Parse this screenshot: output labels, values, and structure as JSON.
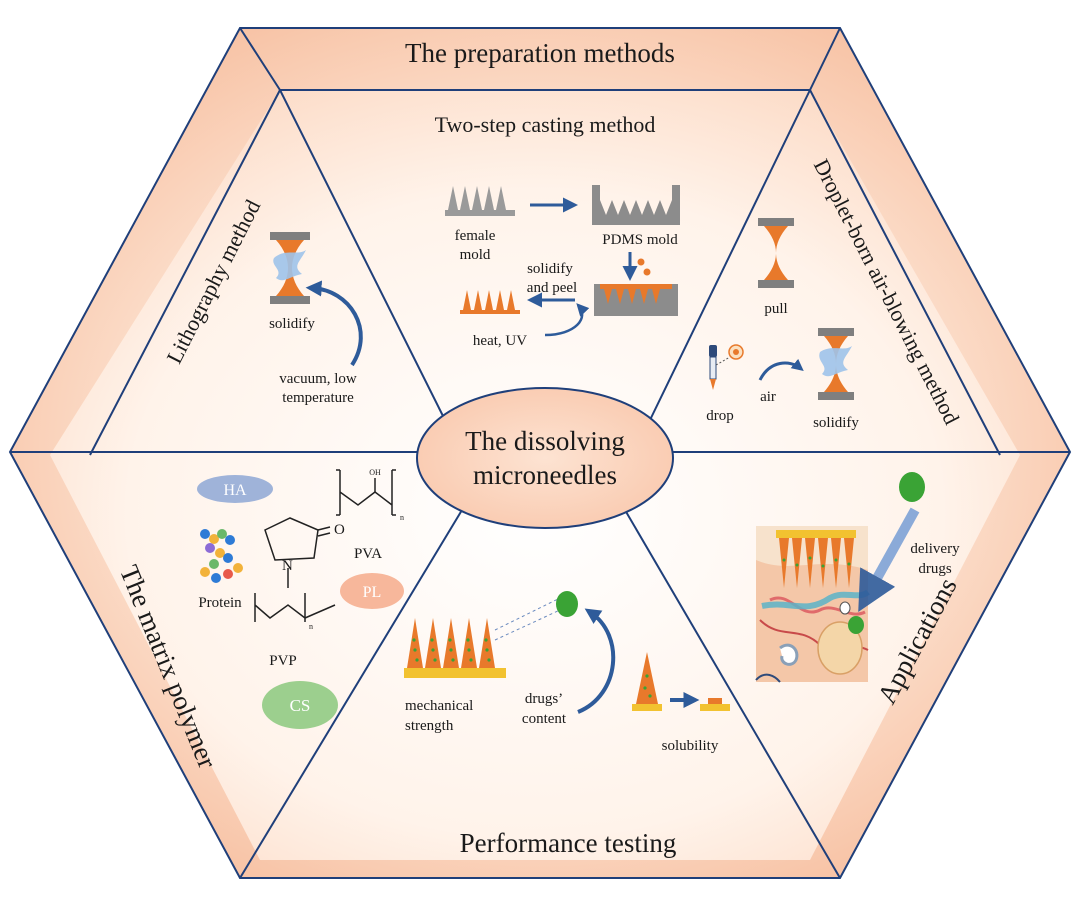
{
  "outer": {
    "top": "The preparation methods",
    "left": "The matrix polymer",
    "right": "Applications",
    "bottom": "Performance testing"
  },
  "inner": {
    "top": "Two-step  casting  method",
    "left": "Lithography  method",
    "right": "Droplet-born  air-blowing  method"
  },
  "center": {
    "line1": "The dissolving",
    "line2": "microneedles"
  },
  "casting": {
    "female_mold_1": "female",
    "female_mold_2": "mold",
    "pdms_mold": "PDMS mold",
    "solidify_peel_1": "solidify",
    "solidify_peel_2": "and peel",
    "heat_uv": "heat, UV"
  },
  "lithography": {
    "solidify": "solidify",
    "vacuum_1": "vacuum, low",
    "vacuum_2": "temperature"
  },
  "droplet": {
    "pull": "pull",
    "drop": "drop",
    "air": "air",
    "solidify": "solidify"
  },
  "polymer": {
    "ha": "HA",
    "pva": "PVA",
    "oh": "OH",
    "n_pva": "n",
    "n_pvp": "n",
    "n_atom": "N",
    "o_atom": "O",
    "protein": "Protein",
    "pl": "PL",
    "pvp": "PVP",
    "cs": "CS"
  },
  "performance": {
    "mech_1": "mechanical",
    "mech_2": "strength",
    "drugs_1": "drugs’",
    "drugs_2": "content",
    "solubility": "solubility"
  },
  "applications": {
    "delivery_1": "delivery",
    "delivery_2": "drugs"
  },
  "colors": {
    "hex_fill": "#fbd9c4",
    "hex_stroke": "#1f3f7a",
    "arrow_blue": "#2e5b9a",
    "needle_orange": "#e8792b",
    "mold_gray": "#8c8c8c",
    "ha": "#9fb3d9",
    "pl": "#f7b79b",
    "cs": "#9ccf8e",
    "drug_green": "#3aa335"
  }
}
